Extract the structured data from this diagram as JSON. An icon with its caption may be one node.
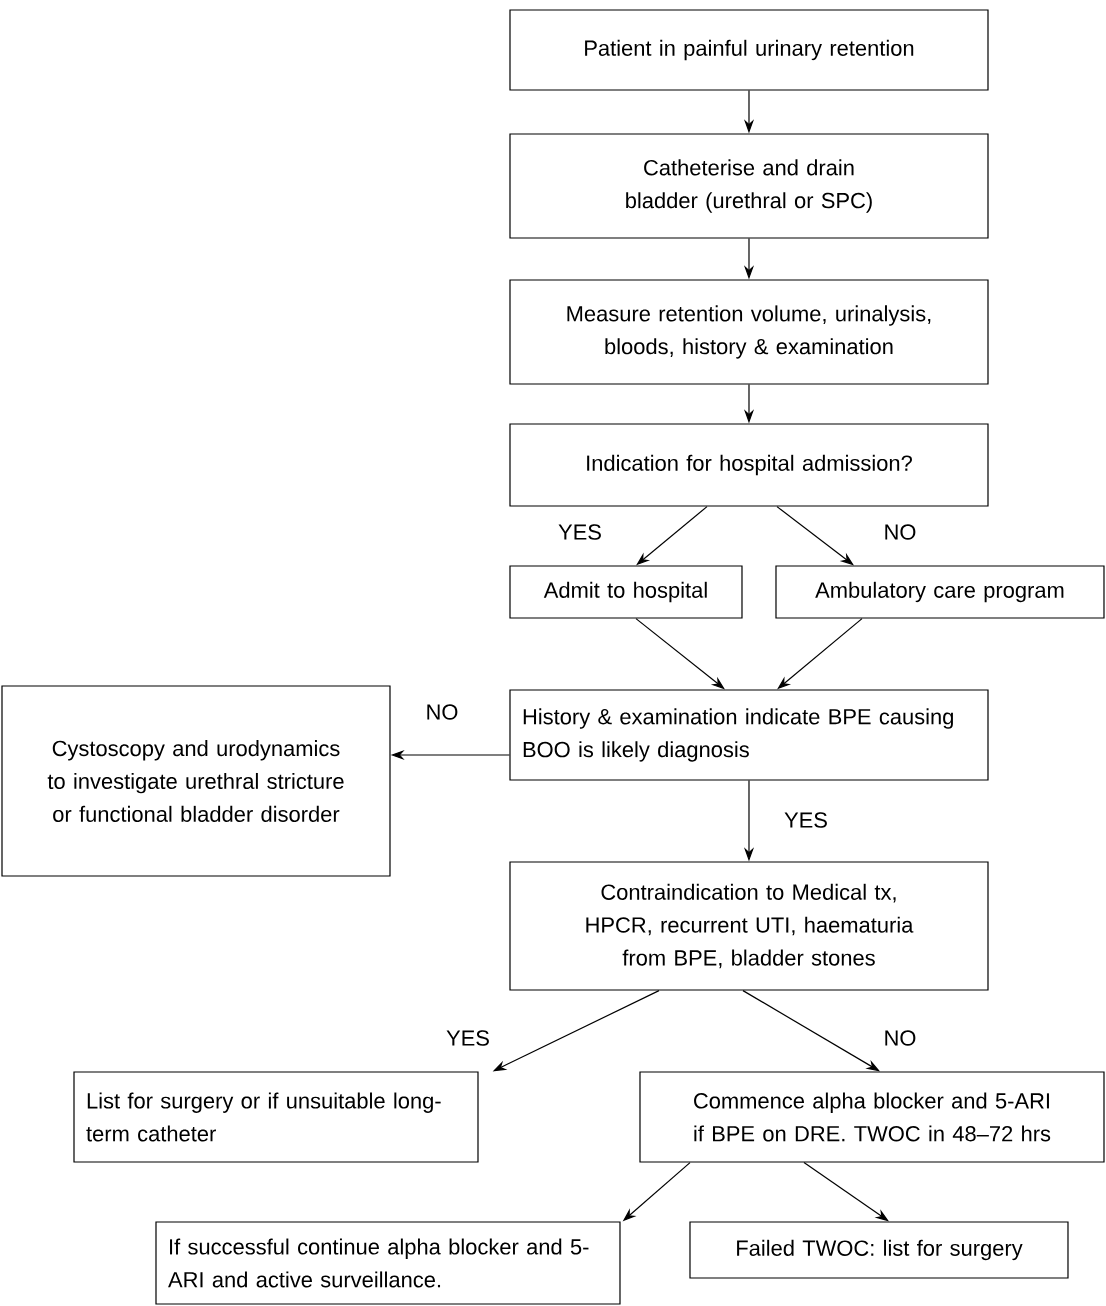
{
  "diagram": {
    "nodes": [
      {
        "text": [
          "Patient in painful urinary retention"
        ]
      },
      {
        "text": [
          "Catheterise and drain bladder (urethral or SPC)"
        ]
      },
      {
        "text": [
          "Measure retention volume, urinalysis, bloods, history & examination"
        ]
      },
      {
        "text": [
          "Indication for hospital admission?"
        ]
      },
      {
        "text": [
          "Admit to hospital"
        ]
      },
      {
        "text": [
          "Ambulatory care program"
        ]
      },
      {
        "text": [
          "History & examination indicate BPE causing BOO is likely diagnosis"
        ]
      },
      {
        "text": [
          "Cystoscopy and urodynamics to investigate urethral stricture or functional bladder disorder"
        ]
      },
      {
        "text": [
          "Contraindication to Medical tx, HPCR, recurrent UTI, haematuria from BPE, bladder stones"
        ]
      },
      {
        "text": [
          "List for surgery or if unsuitable long-term catheter"
        ]
      },
      {
        "text": [
          "Commence alpha blocker and 5-ARI if BPE on DRE. TWOC in 48–72 hrs"
        ]
      },
      {
        "text": [
          "If successful continue alpha blocker and 5-ARI and active surveillance."
        ]
      },
      {
        "text": [
          "Failed TWOC: list for surgery"
        ]
      }
    ],
    "edges": [
      {
        "from": 0,
        "to": 1,
        "arrow": "to"
      },
      {
        "from": 1,
        "to": 2,
        "arrow": "to"
      },
      {
        "from": 2,
        "to": 3,
        "arrow": "to"
      },
      {
        "from": 3,
        "to": 4,
        "arrow": "to",
        "label": "YES"
      },
      {
        "from": 3,
        "to": 5,
        "arrow": "to",
        "label": "NO"
      },
      {
        "from": 4,
        "to": 6,
        "arrow": "to"
      },
      {
        "from": 5,
        "to": 6,
        "arrow": "to"
      },
      {
        "from": 6,
        "to": 7,
        "arrow": "to",
        "label": "NO"
      },
      {
        "from": 6,
        "to": 8,
        "arrow": "to",
        "label": "YES"
      },
      {
        "from": 8,
        "to": 9,
        "arrow": "to",
        "label": "YES"
      },
      {
        "from": 8,
        "to": 10,
        "arrow": "to",
        "label": "NO"
      },
      {
        "from": 10,
        "to": 11,
        "arrow": "to"
      },
      {
        "from": 10,
        "to": 12,
        "arrow": "to"
      }
    ]
  }
}
